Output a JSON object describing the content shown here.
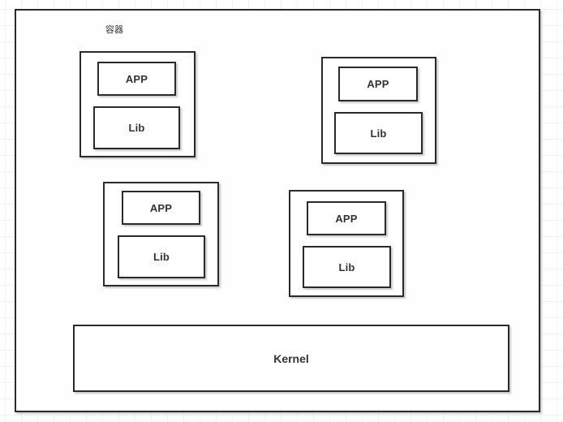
{
  "diagram": {
    "title": "容器",
    "outer_frame_name": "host-boundary",
    "colors": {
      "stroke": "#2b2b2b",
      "text": "#333333",
      "fill": "#ffffff",
      "grid_minor": "#f2f2f2",
      "grid_major": "#e6e6e6"
    },
    "containers": [
      {
        "name": "container-1",
        "app": {
          "label": "APP"
        },
        "lib": {
          "label": "Lib"
        }
      },
      {
        "name": "container-2",
        "app": {
          "label": "APP"
        },
        "lib": {
          "label": "Lib"
        }
      },
      {
        "name": "container-3",
        "app": {
          "label": "APP"
        },
        "lib": {
          "label": "Lib"
        }
      },
      {
        "name": "container-4",
        "app": {
          "label": "APP"
        },
        "lib": {
          "label": "Lib"
        }
      }
    ],
    "kernel": {
      "label": "Kernel"
    }
  }
}
